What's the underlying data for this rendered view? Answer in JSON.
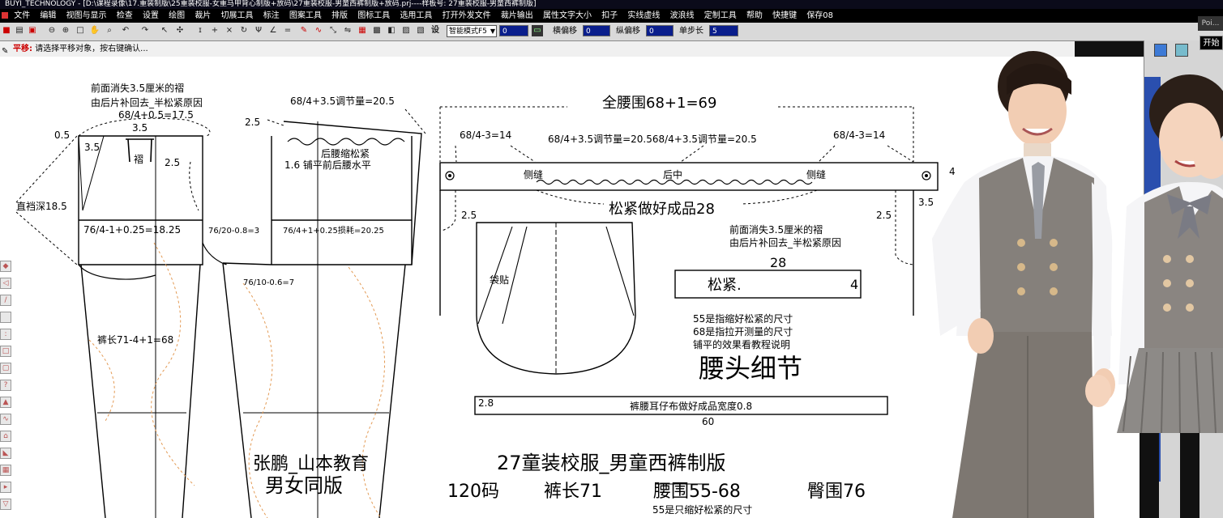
{
  "window": {
    "title": "BUYI_TECHNOLOGY - [D:\\课程录像\\17.重装制版\\25重装校服-女重马甲背心制版+放码\\27重装校服-男童西裤制版+放码.prj----样板号: 27重装校服-男童西裤制版]"
  },
  "menu": [
    "文件",
    "编辑",
    "视图与显示",
    "检查",
    "设置",
    "绘图",
    "裁片",
    "切展工具",
    "标注",
    "图案工具",
    "排版",
    "图标工具",
    "选用工具",
    "打开外发文件",
    "裁片输出",
    "属性文字大小",
    "扣子",
    "实线虚线",
    "波浪线",
    "定制工具",
    "帮助",
    "快捷键",
    "保存08"
  ],
  "toolbar": {
    "mode_select": "智能模式F5",
    "value_field": "0",
    "h_offset_label": "横偏移",
    "h_offset": "0",
    "v_offset_label": "纵偏移",
    "v_offset": "0",
    "step_label": "单步长",
    "step": "5",
    "settings_label": "设"
  },
  "status": {
    "label": "平移:",
    "text": "请选择平移对象，按右键确认..."
  },
  "right_panel": {
    "poi_label": "Poi...",
    "start_label": "开始"
  },
  "drawing": {
    "left_notes": {
      "note1": "前面消失3.5厘米的褶",
      "note2": "由后片补回去_半松紧原因",
      "front_waist": "68/4+0.5=17.5",
      "m_0_5": "0.5",
      "m_3_5a": "3.5",
      "m_3_5b": "3.5",
      "pleat": "褶",
      "m_2_5a": "2.5",
      "rise": "直裆深18.5",
      "hip_front": "76/4-1+0.25=18.25",
      "crotch_front": "76/20-0.8=3",
      "crotch_back": "76/10-0.6=7",
      "length": "裤长71-4+1=68",
      "back_adjust": "68/4+3.5调节量=20.5",
      "m_2_5b": "2.5",
      "back_shrink": "后腰缩松紧",
      "back_flat": "1.6 铺平前后腰水平",
      "hip_back": "76/4+1+0.25损耗=20.25",
      "author": "张鹏_山本教育",
      "unisex": "男女同版"
    },
    "waistband": {
      "total": "全腰围68+1=69",
      "q_left": "68/4-3=14",
      "adj_mid": "68/4+3.5调节量=20.568/4+3.5调节量=20.5",
      "q_right": "68/4-3=14",
      "side_left": "侧缝",
      "back_center": "后中",
      "side_right": "侧缝",
      "m_4": "4",
      "elastic_done": "松紧做好成品28",
      "m_2_5l": "2.5",
      "m_2_5r": "2.5",
      "m_3_5": "3.5",
      "pocket": "袋贴",
      "note1": "前面消失3.5厘米的褶",
      "note2": "由后片补回去_半松紧原因",
      "m_28": "28",
      "elastic": "松紧.",
      "m_4b": "4",
      "exp1": "55是指缩好松紧的尺寸",
      "exp2": "68是指拉开测量的尺寸",
      "exp3": "铺平的效果看教程说明",
      "detail": "腰头细节",
      "loop_w": "2.8",
      "loop": "裤腰耳仔布做好成品宽度0.8",
      "loop_len": "60"
    },
    "title_block": {
      "title": "27童装校服_男童西裤制版",
      "size": "120码",
      "length": "裤长71",
      "waist": "腰围55-68",
      "hip": "臀围76",
      "footnote": "55是只缩好松紧的尺寸"
    }
  }
}
